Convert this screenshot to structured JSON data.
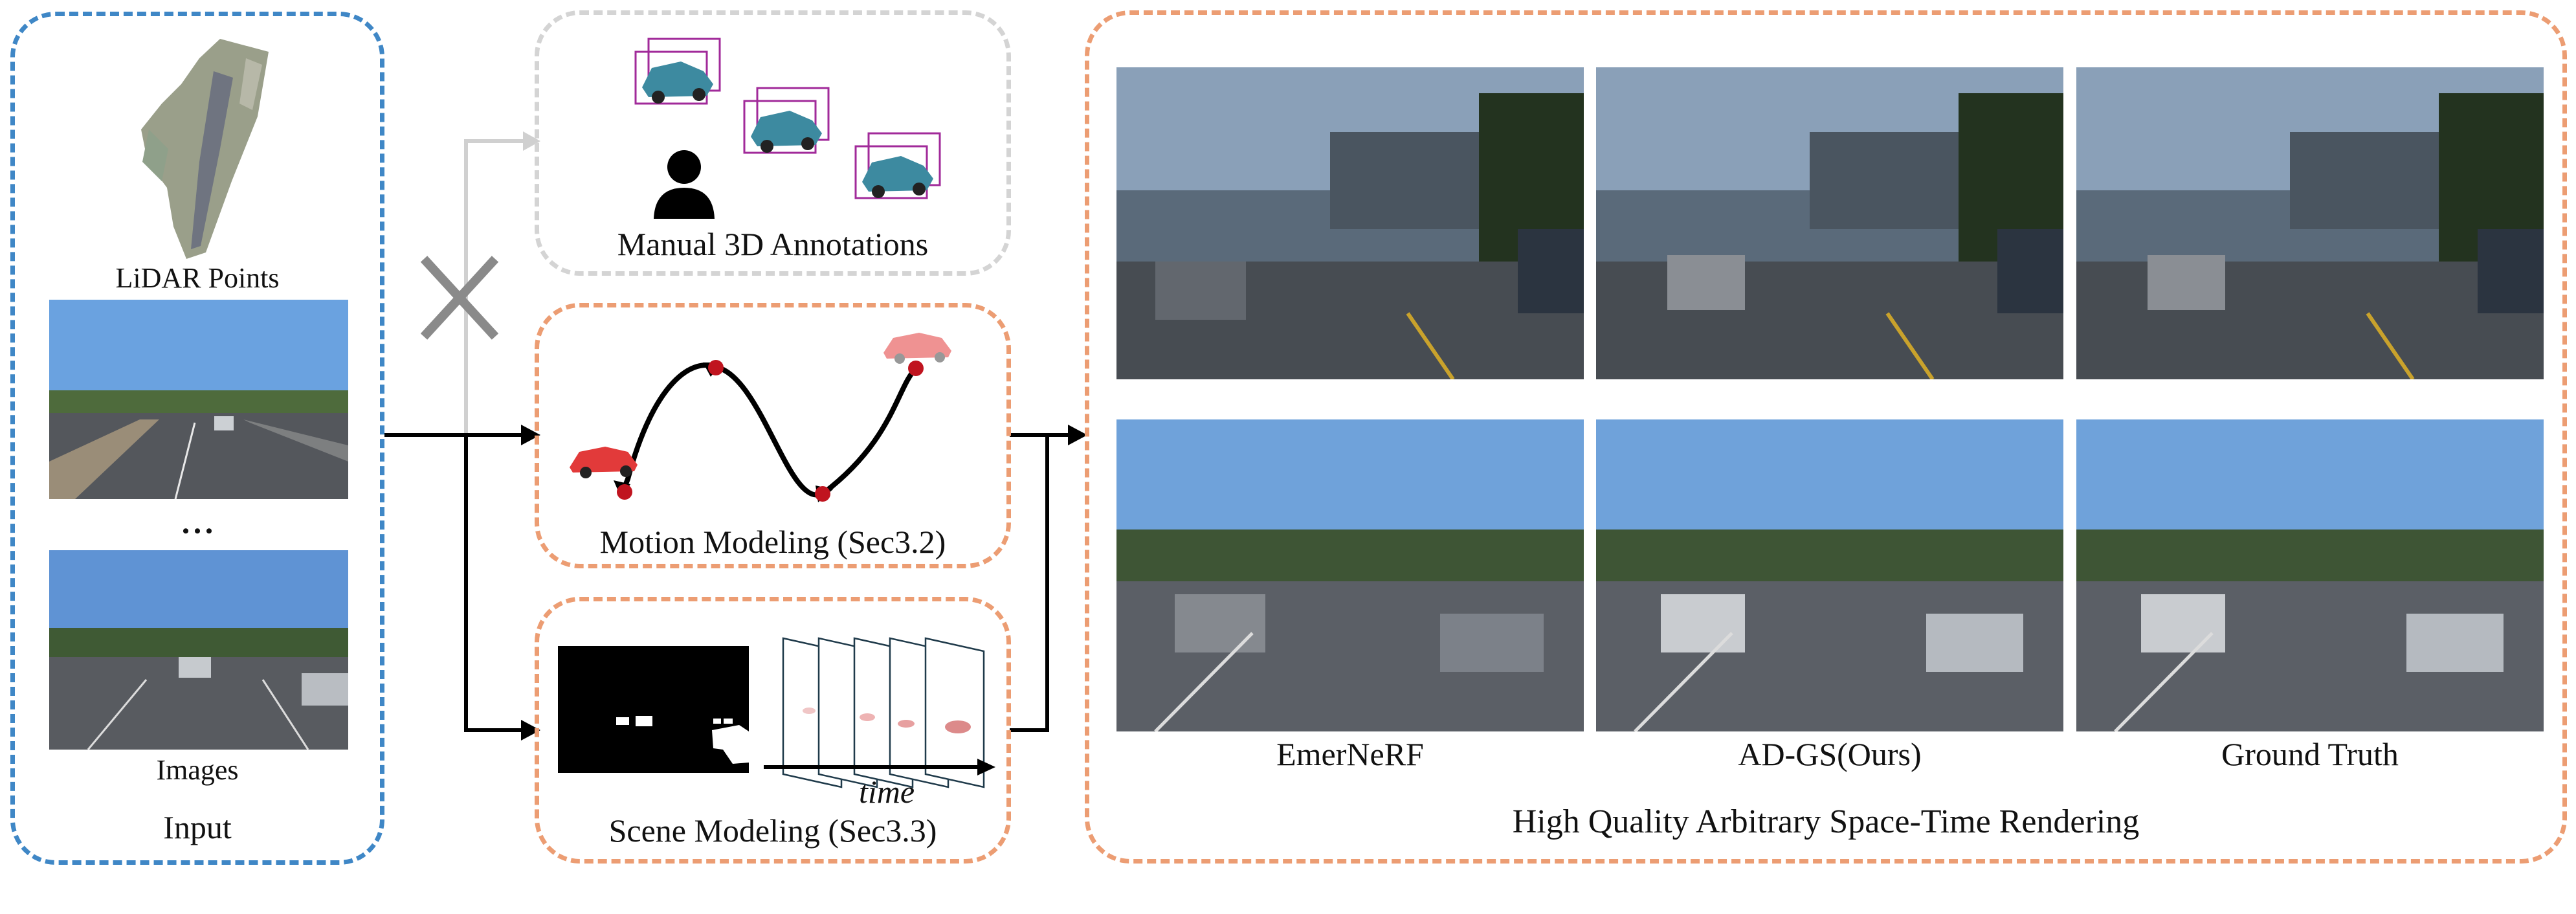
{
  "input": {
    "lidar_label": "LiDAR Points",
    "ellipsis": "• • •",
    "images_label": "Images",
    "title": "Input"
  },
  "annotations": {
    "label": "Manual 3D Annotations"
  },
  "motion": {
    "label": "Motion Modeling (Sec3.2)"
  },
  "scene": {
    "label": "Scene Modeling (Sec3.3)",
    "time_label": "time"
  },
  "rendering": {
    "title": "High Quality Arbitrary Space-Time Rendering",
    "columns": [
      "EmerNeRF",
      "AD-GS(Ours)",
      "Ground Truth"
    ]
  },
  "colors": {
    "input_border": "#3f87c6",
    "module_border": "#ec9d73",
    "disabled_border": "#d4d4d4",
    "trajectory_point": "#c0141f",
    "car": "#e23a3a",
    "cross": "#8a8a8a"
  }
}
